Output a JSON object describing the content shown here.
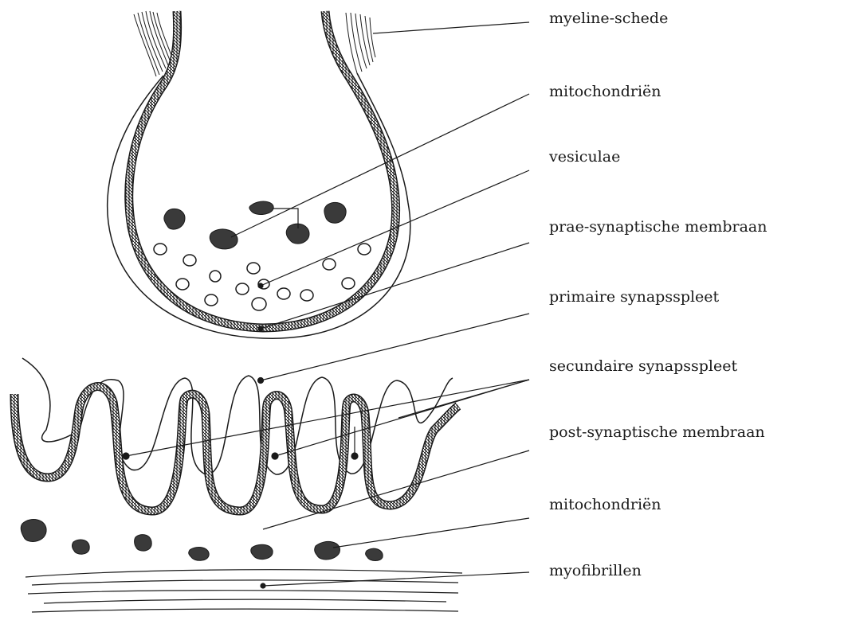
{
  "labels": {
    "myeline": "myeline-schede",
    "mito1": "mitochondriën",
    "vesiculae": "vesiculae",
    "prae": "prae-synaptische membraan",
    "primaire": "primaire synapsspleet",
    "secundaire": "secundaire synapsspleet",
    "post": "post-synaptische membraan",
    "mito2": "mitochondriën",
    "myofibrillen": "myofibrillen"
  },
  "colors": {
    "ink": "#1a1a1a",
    "paper": "#ffffff",
    "fill": "#3a3a3a"
  }
}
